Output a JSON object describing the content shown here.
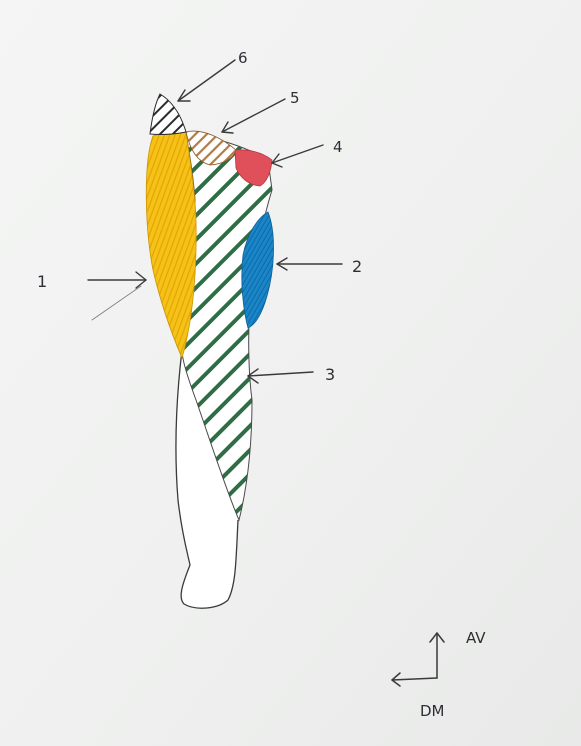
{
  "labels": {
    "l1": "1",
    "l2": "2",
    "l3": "3",
    "l4": "4",
    "l5": "5",
    "l6": "6"
  },
  "compass": {
    "up_label": "AV",
    "left_label": "DM"
  },
  "colors": {
    "region_1": "#f6c21a",
    "region_2": "#1a86c8",
    "region_3_hatch": "#2f6e45",
    "region_4": "#e0505a",
    "region_5_hatch": "#b27a45",
    "region_6_hatch": "#2b2b2b",
    "ink": "#2e2e34",
    "paper": "#f1f2f1"
  }
}
